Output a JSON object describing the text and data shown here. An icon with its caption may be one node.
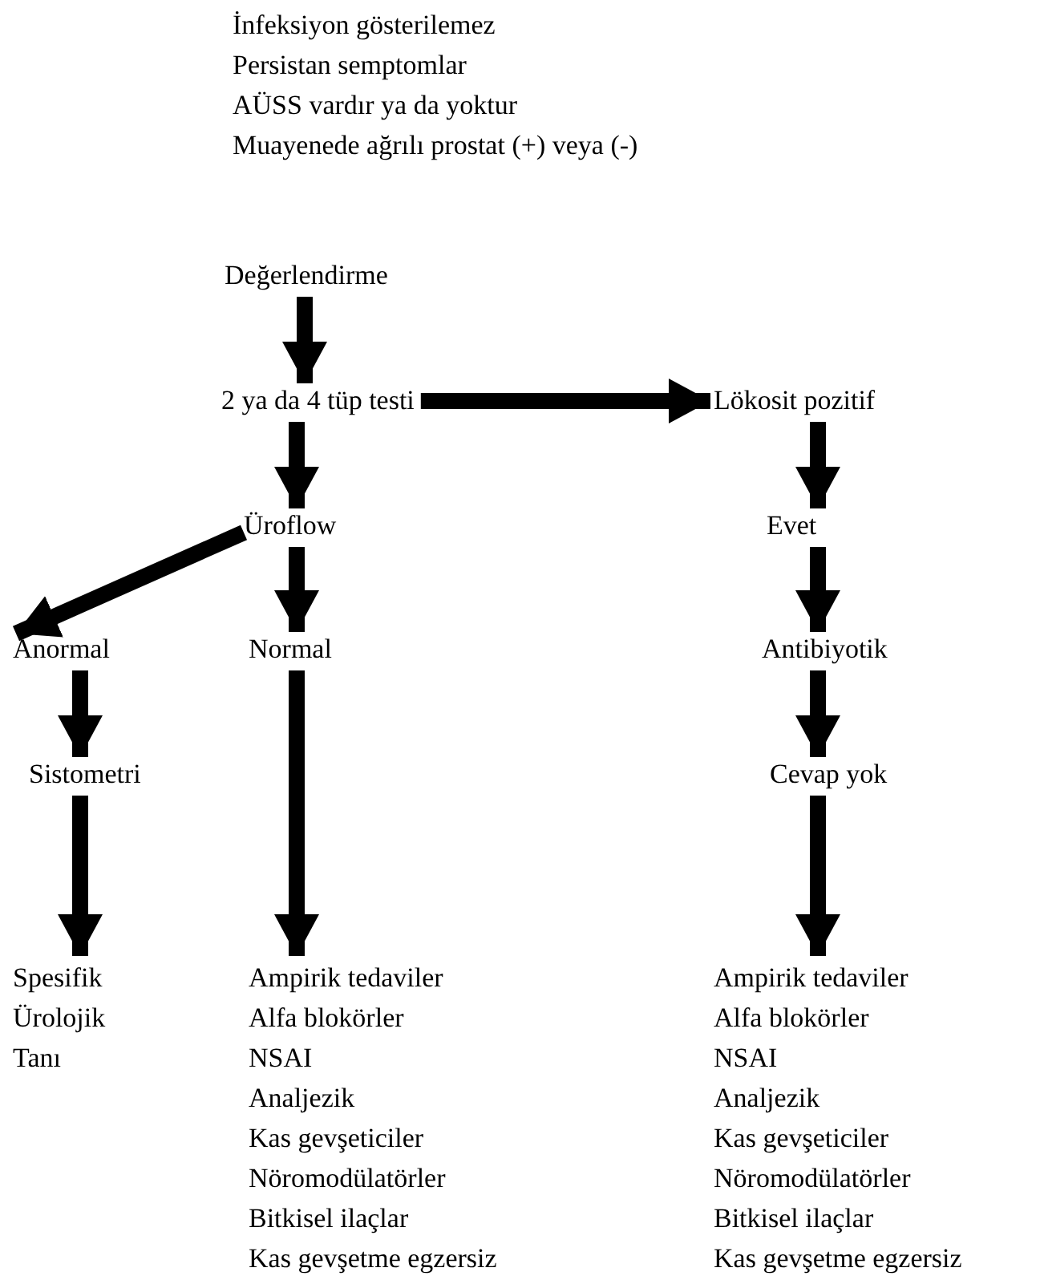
{
  "diagram": {
    "nodes": [
      {
        "text": [
          "Değerlendirme"
        ]
      },
      {
        "text": [
          "2 ya da 4 tüp testi"
        ]
      },
      {
        "text": [
          "Lökosit pozitif"
        ]
      },
      {
        "text": [
          "Üroflow"
        ]
      },
      {
        "text": [
          "Evet"
        ]
      },
      {
        "text": [
          "Anormal"
        ]
      },
      {
        "text": [
          "Normal"
        ]
      },
      {
        "text": [
          "Antibiyotik"
        ]
      },
      {
        "text": [
          "Sistometri"
        ]
      },
      {
        "text": [
          "Cevap yok"
        ]
      },
      {
        "text": [
          "Spesifik Ürolojik Tanı"
        ]
      },
      {
        "text": [
          "Ampirik tedaviler",
          "Alfa blokörler",
          "NSAI",
          "Analjezik",
          "Kas gevşeticiler",
          "Nöromodülatörler",
          "Bitkisel ilaçlar",
          "Kas gevşetme egzersiz"
        ]
      },
      {
        "text": [
          "Ampirik tedaviler",
          "Alfa blokörler",
          "NSAI",
          "Analjezik",
          "Kas gevşeticiler",
          "Nöromodülatörler",
          "Bitkisel ilaçlar",
          "Kas gevşetme egzersiz"
        ]
      }
    ],
    "edges": [
      {
        "from": 0,
        "to": 1,
        "arrow": "to"
      },
      {
        "from": 1,
        "to": 2,
        "arrow": "to"
      },
      {
        "from": 1,
        "to": 3,
        "arrow": "to"
      },
      {
        "from": 3,
        "to": 5,
        "arrow": "to"
      },
      {
        "from": 3,
        "to": 6,
        "arrow": "to"
      },
      {
        "from": 2,
        "to": 4,
        "arrow": "to"
      },
      {
        "from": 4,
        "to": 7,
        "arrow": "to"
      },
      {
        "from": 7,
        "to": 9,
        "arrow": "to"
      },
      {
        "from": 9,
        "to": 12,
        "arrow": "to"
      },
      {
        "from": 5,
        "to": 8,
        "arrow": "to"
      },
      {
        "from": 8,
        "to": 10,
        "arrow": "to"
      },
      {
        "from": 6,
        "to": 11,
        "arrow": "to"
      }
    ],
    "labels": [
      "İnfeksiyon gösterilemez",
      "Persistan semptomlar",
      "AÜSS vardır ya da yoktur",
      "Muayenede ağrılı prostat (+) veya (-)"
    ]
  }
}
